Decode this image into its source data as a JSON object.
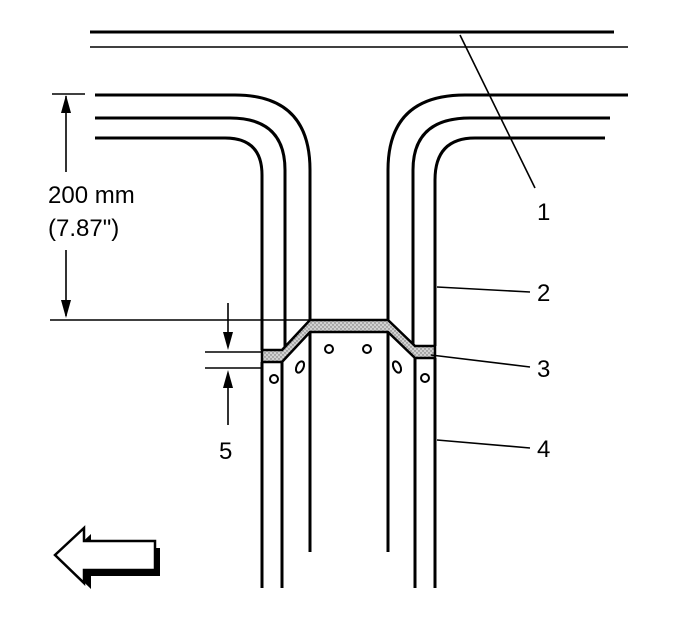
{
  "dimension": {
    "metric": "200 mm",
    "imperial": "(7.87\")"
  },
  "callouts": [
    "1",
    "2",
    "3",
    "4",
    "5"
  ],
  "colors": {
    "line": "#000000",
    "sealer_fill": "#c8c8c8",
    "background": "#ffffff"
  },
  "icons": {
    "direction_arrow": "forward-arrow-icon"
  }
}
